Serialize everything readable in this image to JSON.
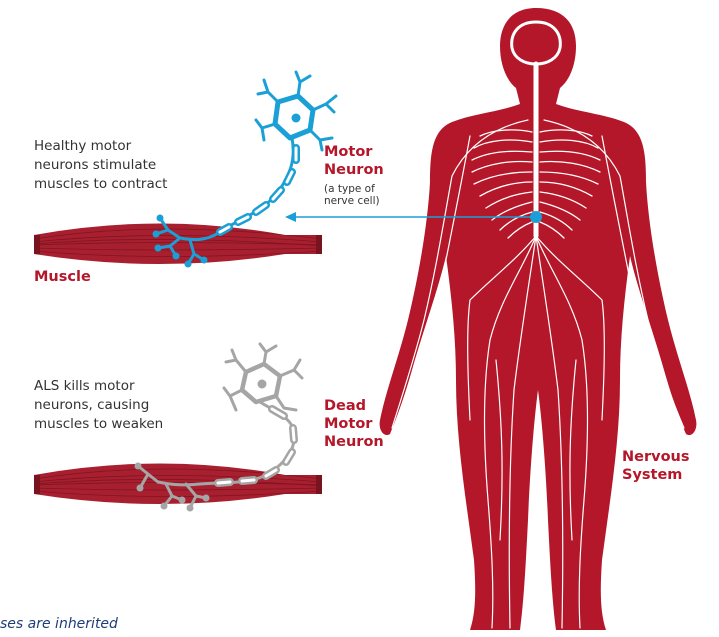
{
  "colors": {
    "red": "#b5172a",
    "muscle": "#a8202f",
    "blue": "#1aa0d6",
    "gray": "#a5a5a5",
    "text": "#333333",
    "footer": "#1f3d7a"
  },
  "healthy": {
    "description_lines": [
      "Healthy motor",
      "neurons stimulate",
      "muscles to contract"
    ],
    "neuron_label_lines": [
      "Motor",
      "Neuron"
    ],
    "neuron_note_lines": [
      "(a type of",
      "nerve cell)"
    ],
    "muscle_label": "Muscle"
  },
  "als": {
    "description_lines": [
      "ALS kills motor",
      "neurons, causing",
      "muscles to weaken"
    ],
    "neuron_label_lines": [
      "Dead",
      "Motor",
      "Neuron"
    ]
  },
  "body": {
    "label_lines": [
      "Nervous",
      "System"
    ]
  },
  "footer": {
    "text": "ses are inherited"
  }
}
